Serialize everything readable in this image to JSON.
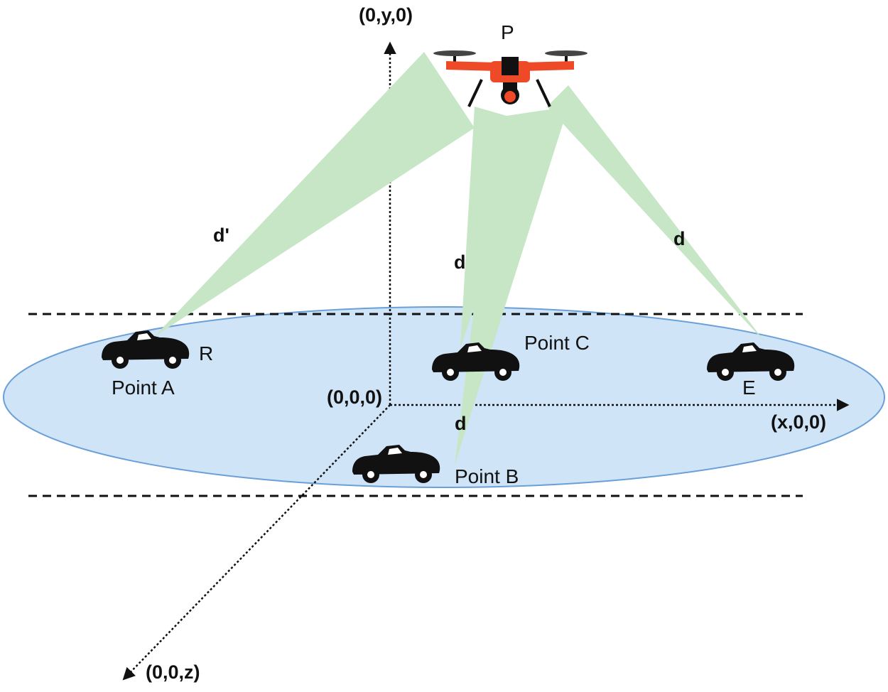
{
  "diagram": {
    "axes": {
      "origin": "(0,0,0)",
      "y_axis": "(0,y,0)",
      "x_axis": "(x,0,0)",
      "z_axis": "(0,0,z)"
    },
    "drone": {
      "label": "P",
      "body_color": "#ee4a28",
      "icon": "drone-icon"
    },
    "beams": {
      "color": "#c6e6c6",
      "to_point_a_label": "d'",
      "to_point_c_label": "d",
      "to_point_b_label": "d",
      "to_point_e_label": "d"
    },
    "ground": {
      "fill": "#cfe4f7",
      "stroke": "#6a9fd8"
    },
    "vehicles": {
      "point_a": {
        "name": "Point A",
        "tag": "R",
        "icon": "car-icon"
      },
      "point_b": {
        "name": "Point B",
        "icon": "car-icon"
      },
      "point_c": {
        "name": "Point C",
        "icon": "car-icon"
      },
      "point_e": {
        "tag": "E",
        "icon": "car-icon"
      }
    }
  }
}
